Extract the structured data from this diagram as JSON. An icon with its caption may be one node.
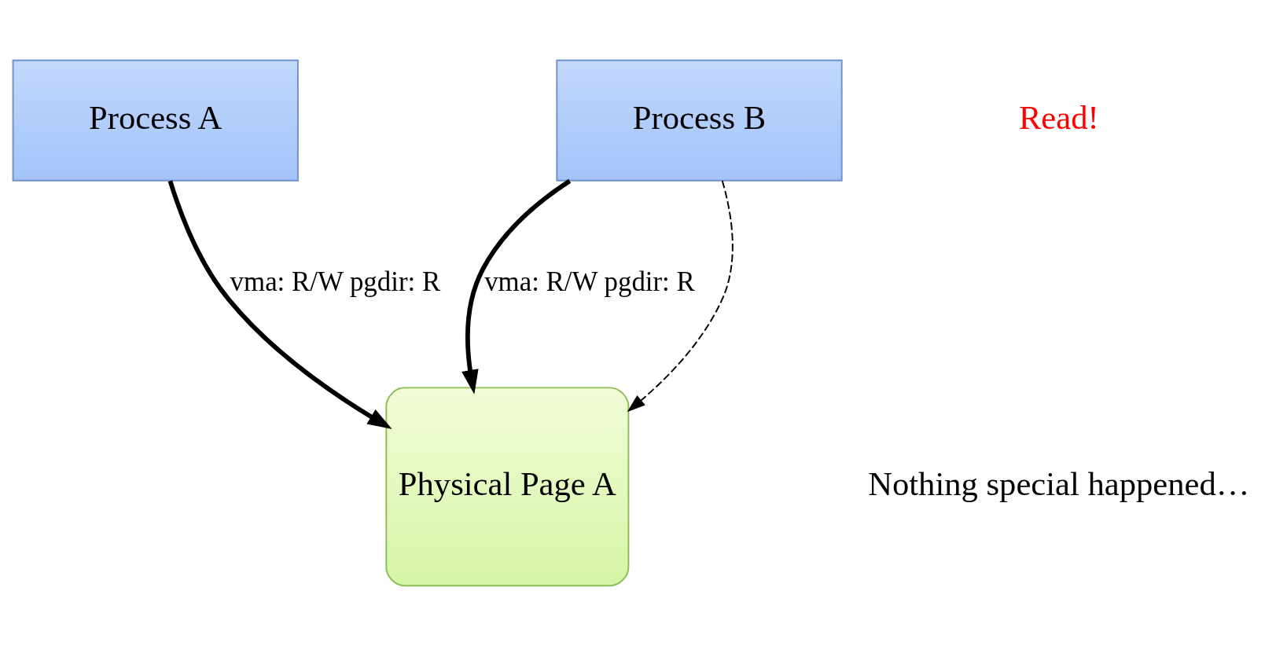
{
  "diagram": {
    "nodes": [
      {
        "text": [
          "Process A"
        ]
      },
      {
        "text": [
          "Process B"
        ]
      },
      {
        "text": [
          "Physical Page A"
        ]
      }
    ],
    "edges": [
      {
        "from": 0,
        "to": 2,
        "arrow": "to",
        "label": "vma: R/W pgdir: R"
      },
      {
        "from": 1,
        "to": 2,
        "arrow": "to",
        "label": "vma: R/W pgdir: R"
      },
      {
        "from": 1,
        "to": 2,
        "arrow": "to",
        "style": "dashed"
      }
    ],
    "labels": [
      "Read!",
      "Nothing special happened…"
    ]
  }
}
